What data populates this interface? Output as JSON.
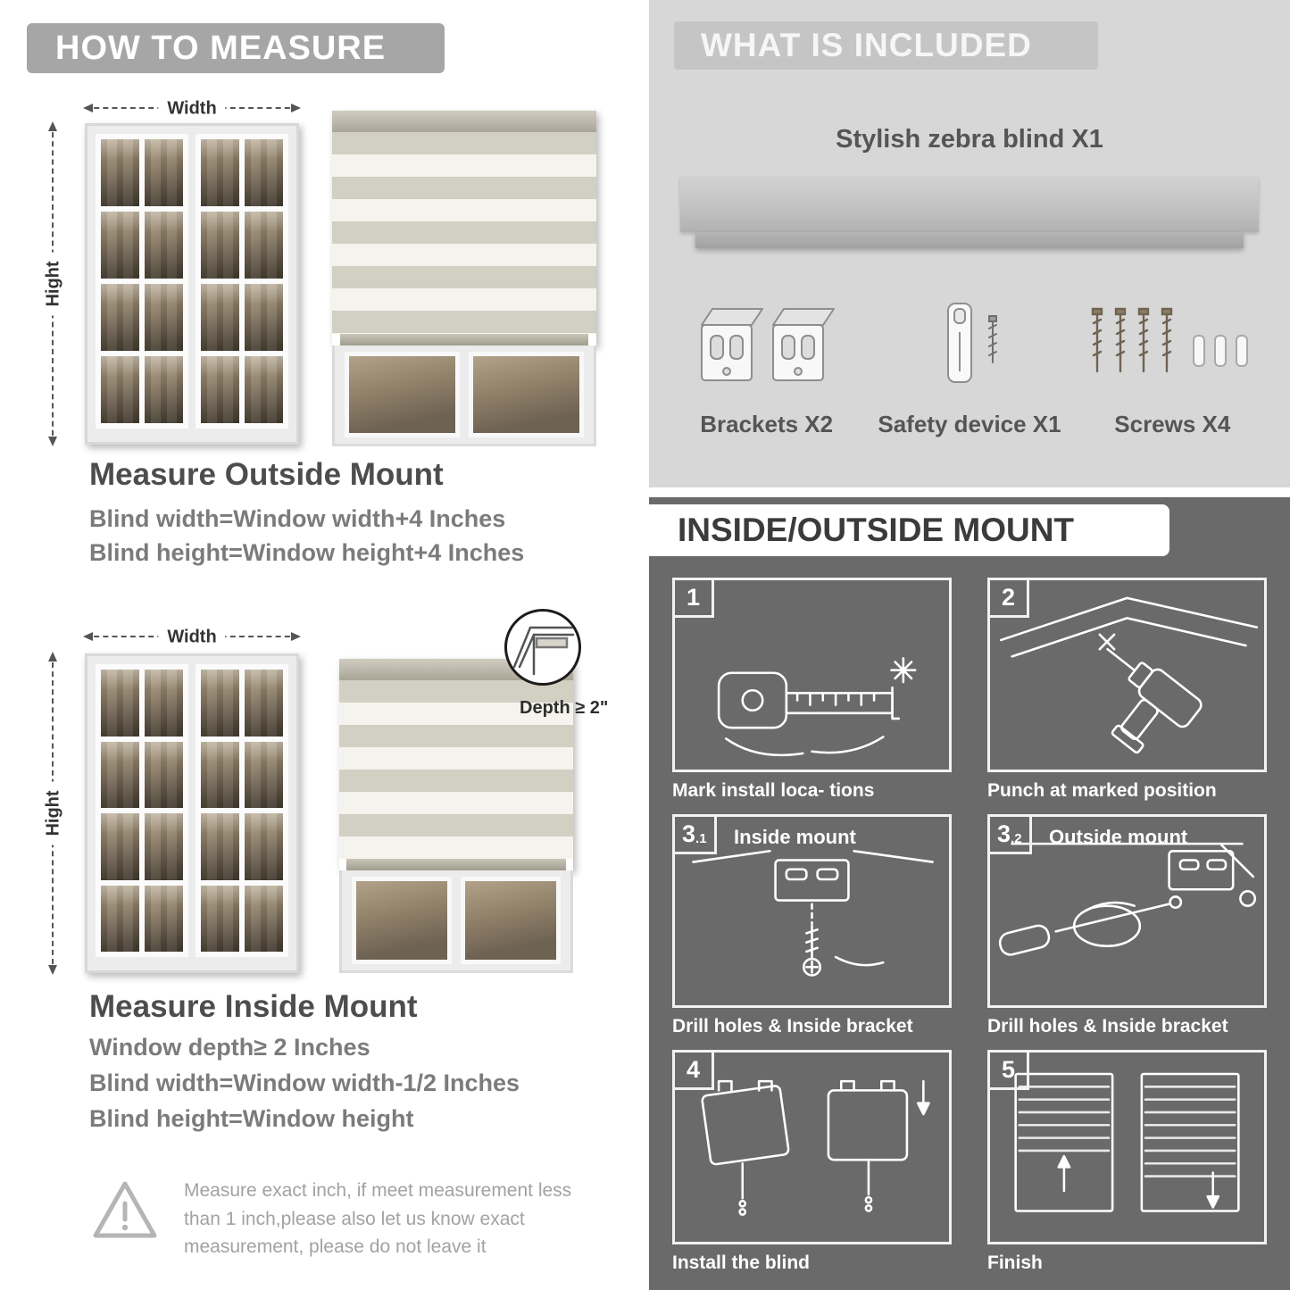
{
  "left": {
    "header": "HOW TO MEASURE",
    "outside_fig": {
      "width_label": "Width",
      "height_label": "Hight"
    },
    "outside": {
      "title": "Measure Outside Mount",
      "lines": [
        "Blind width=Window width+4 Inches",
        "Blind height=Window height+4 Inches"
      ]
    },
    "inside_fig": {
      "width_label": "Width",
      "height_label": "Hight",
      "depth_label": "Depth ≥ 2\""
    },
    "inside": {
      "title": "Measure Inside Mount",
      "lines": [
        "Window depth≥ 2 Inches",
        "Blind width=Window width-1/2 Inches",
        "Blind height=Window height"
      ]
    },
    "warning_text": "Measure exact inch, if meet measurement less than 1 inch,please also let us know exact measurement, please do not leave it"
  },
  "right": {
    "included": {
      "header": "WHAT IS INCLUDED",
      "blind_label": "Stylish zebra blind X1",
      "items": [
        {
          "label": "Brackets X2"
        },
        {
          "label": "Safety device X1"
        },
        {
          "label": "Screws X4"
        }
      ]
    },
    "mount": {
      "header": "INSIDE/OUTSIDE MOUNT",
      "steps": [
        {
          "num": "1",
          "caption": "Mark install loca- tions"
        },
        {
          "num": "2",
          "caption": "Punch at  marked position"
        },
        {
          "num": "3",
          "sub": ".1",
          "title": "Inside mount",
          "caption": "Drill holes &  Inside bracket"
        },
        {
          "num": "3",
          "sub": ".2",
          "title": "Outside mount",
          "caption": "Drill holes &  Inside bracket"
        },
        {
          "num": "4",
          "caption": "Install the blind"
        },
        {
          "num": "5",
          "caption": "Finish"
        }
      ]
    }
  }
}
